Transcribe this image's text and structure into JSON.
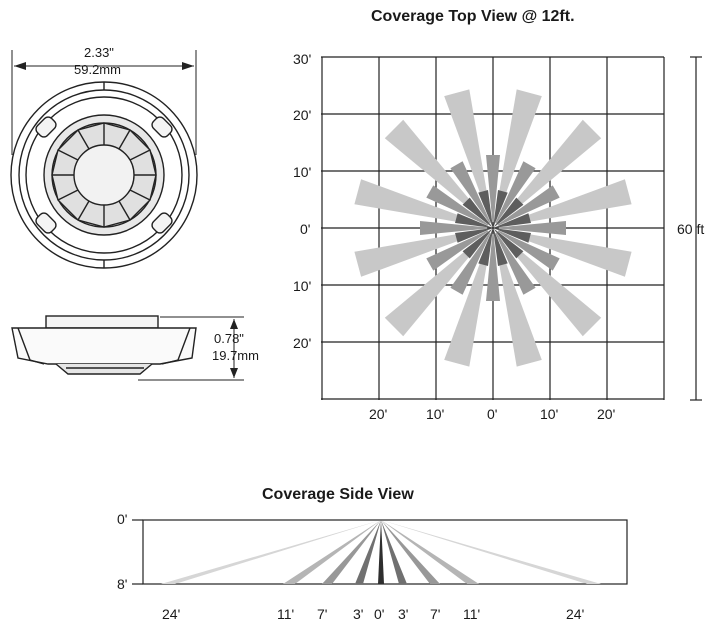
{
  "sensor_dimensions": {
    "width_in": "2.33\"",
    "width_mm": "59.2mm",
    "height_in": "0.78\"",
    "height_mm": "19.7mm"
  },
  "top_view": {
    "title": "Coverage Top View @ 12ft.",
    "y_ticks": [
      "30'",
      "20'",
      "10'",
      "0'",
      "10'",
      "20'"
    ],
    "x_ticks": [
      "20'",
      "10'",
      "0'",
      "10'",
      "20'"
    ],
    "span_label": "60 ft",
    "colors": {
      "long": "#c8c8c8",
      "mid": "#999999",
      "short": "#5e5e5e",
      "grid": "#222222"
    }
  },
  "side_view": {
    "title": "Coverage Side View",
    "y_ticks": [
      "0'",
      "8'"
    ],
    "x_ticks": [
      "24'",
      "11'",
      "7'",
      "3'",
      "0'",
      "3'",
      "7'",
      "11'",
      "24'"
    ]
  }
}
